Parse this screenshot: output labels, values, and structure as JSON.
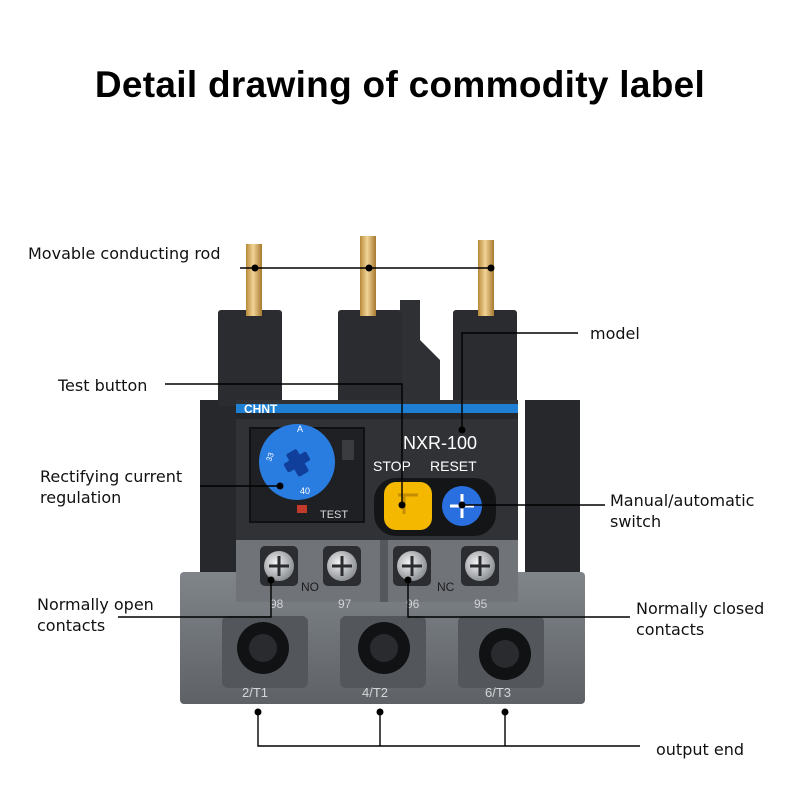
{
  "title": "Detail drawing of commodity label",
  "callouts": {
    "movable_rod": "Movable conducting rod",
    "model": "model",
    "test_button": "Test button",
    "rectifying_1": "Rectifying current",
    "rectifying_2": "regulation",
    "manual_switch_1": "Manual/automatic",
    "manual_switch_2": "switch",
    "normally_open_1": "Normally open",
    "normally_open_2": "contacts",
    "normally_closed_1": "Normally closed",
    "normally_closed_2": "contacts",
    "output_end": "output end"
  },
  "device": {
    "brand": "CHNT",
    "model": "NXR-100",
    "stop_label": "STOP",
    "reset_label": "RESET",
    "test_label": "TEST",
    "dial": {
      "unit": "A",
      "mark_1": "33",
      "mark_2": "40"
    },
    "aux_contacts": [
      {
        "group": "NO",
        "terminals": [
          "98",
          "97"
        ]
      },
      {
        "group": "NC",
        "terminals": [
          "96",
          "95"
        ]
      }
    ],
    "output_terminals": [
      "2/T1",
      "4/T2",
      "6/T3"
    ]
  },
  "colors": {
    "blue_stripe": "#1e7fd3",
    "dial_blue": "#2a7de0",
    "test_button_yellow": "#f5b800",
    "reset_button_blue": "#2a6fe0",
    "housing_dark": "#2a2c30",
    "housing_grey": "#6f7378"
  }
}
